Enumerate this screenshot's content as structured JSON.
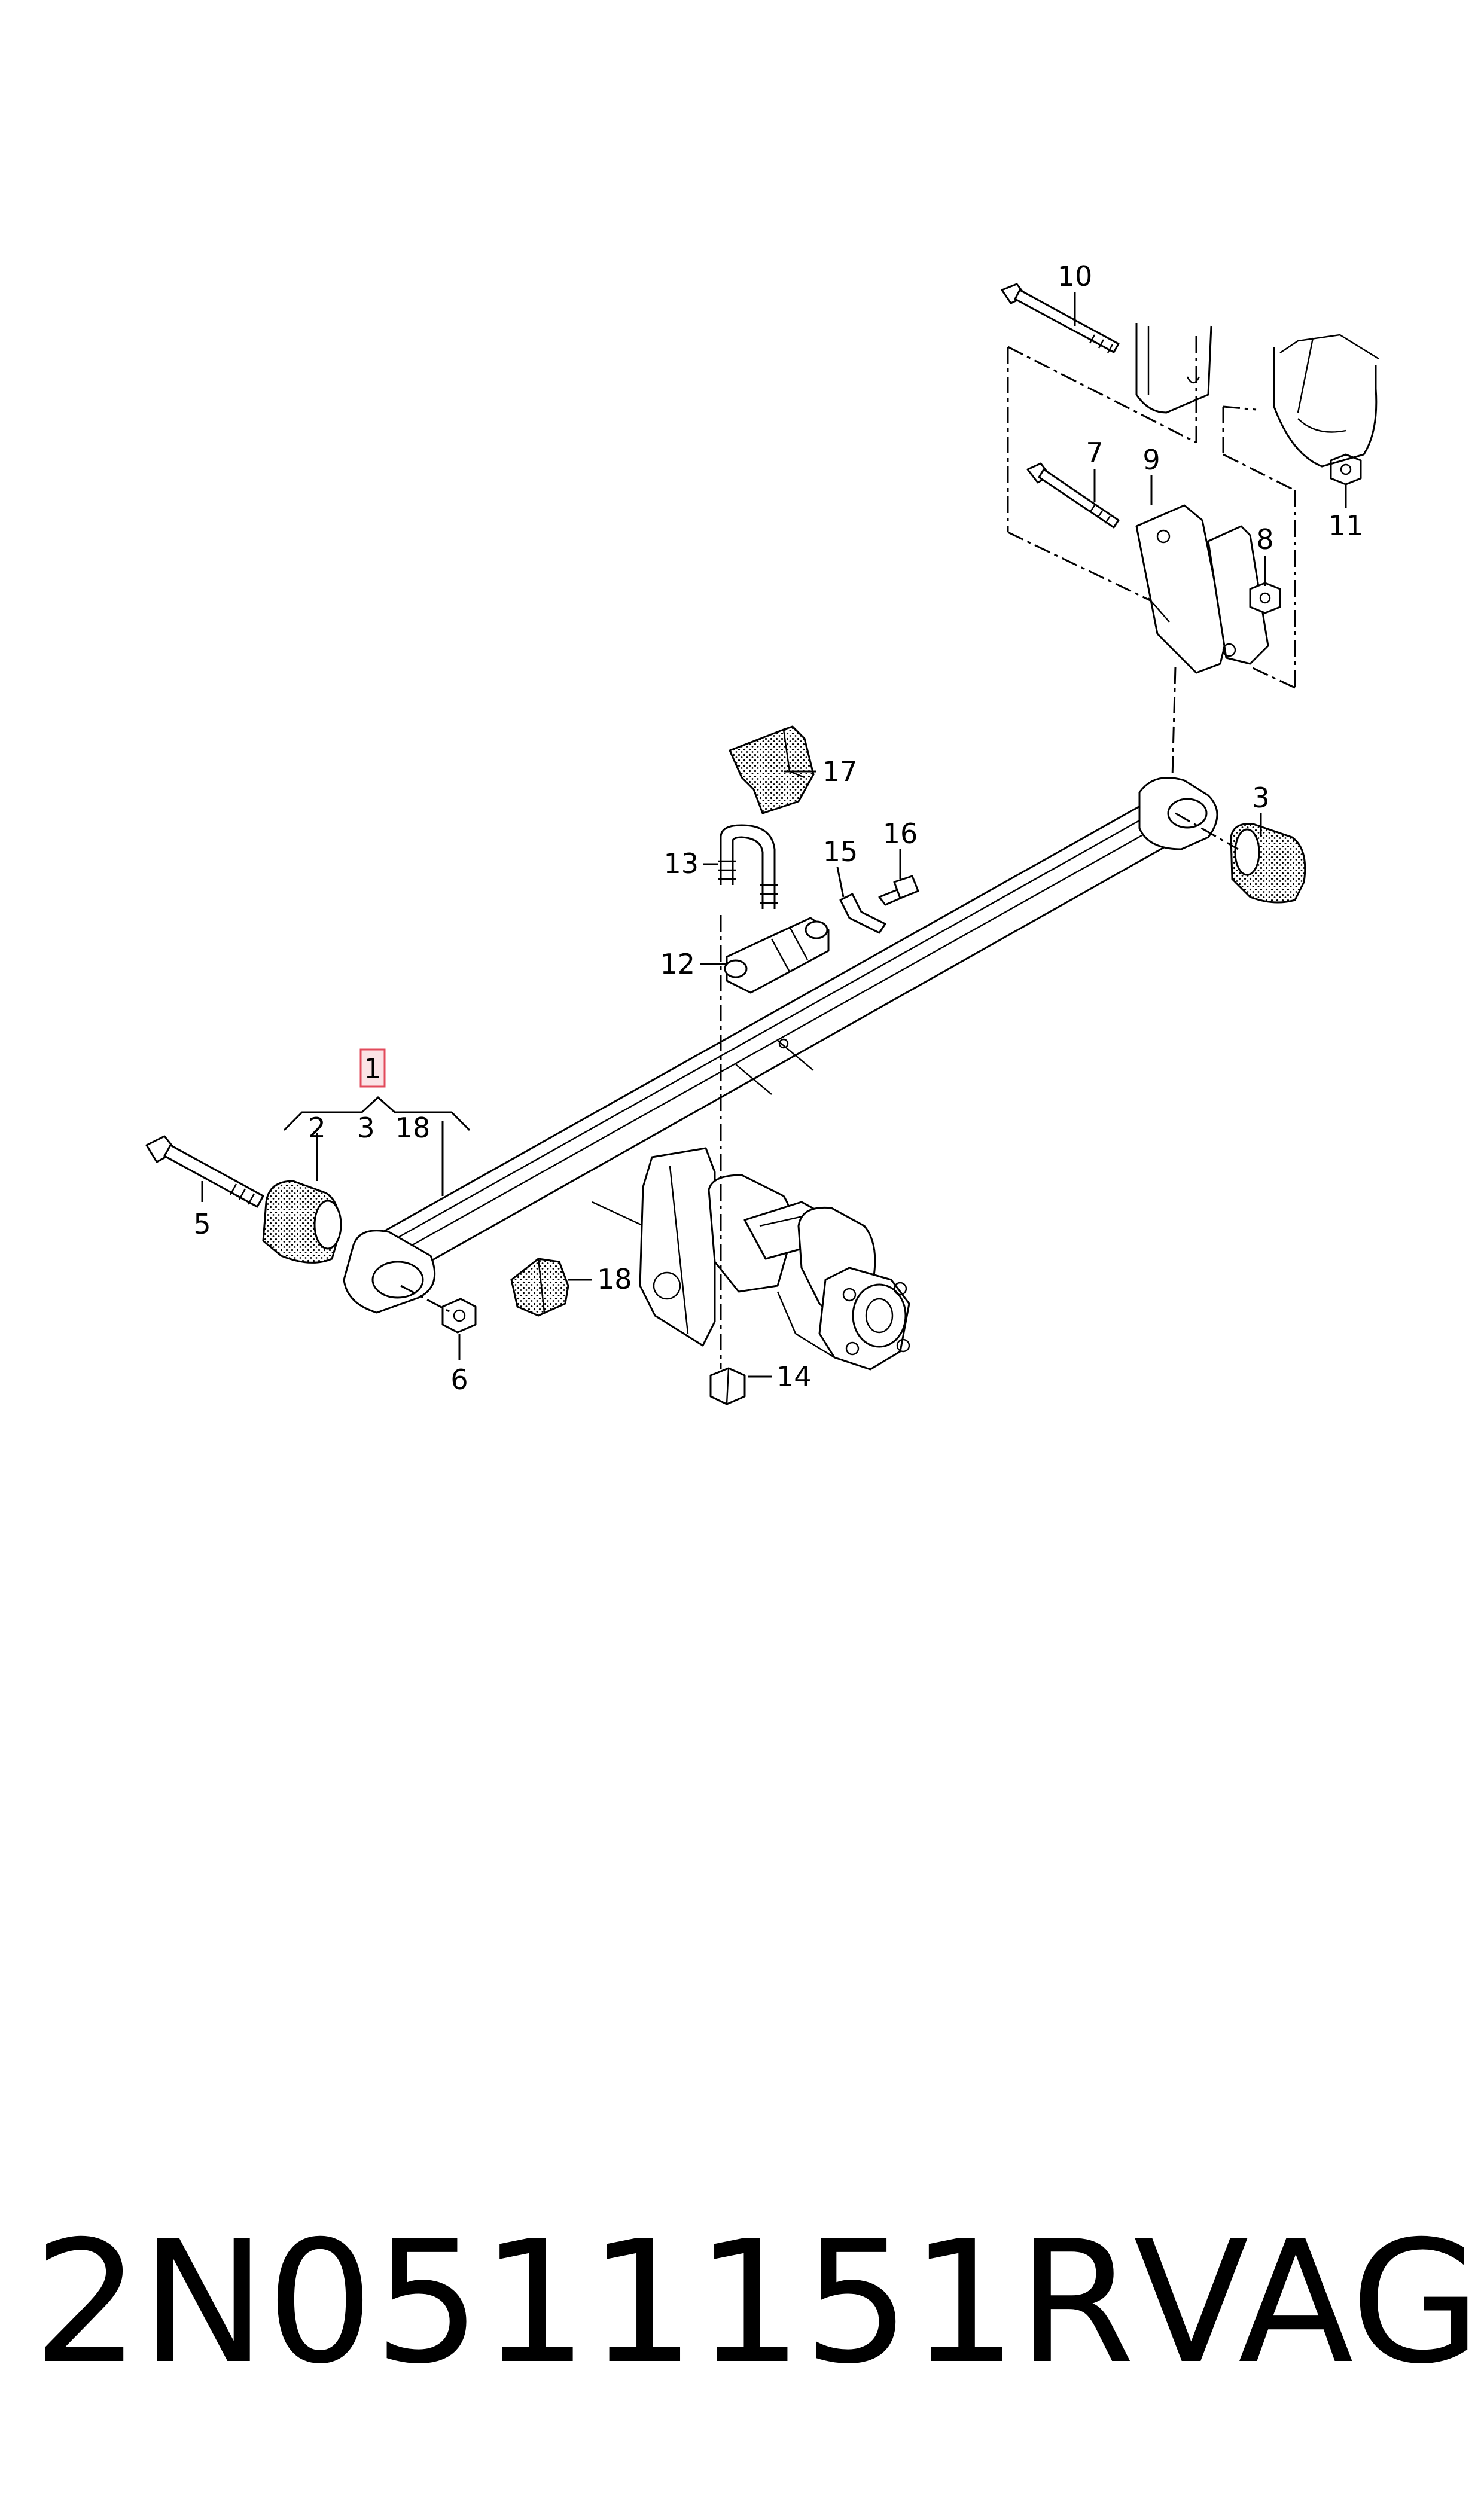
{
  "callouts": {
    "c1": "1",
    "c2": "2",
    "c3a": "3",
    "c3b": "3",
    "c5": "5",
    "c6": "6",
    "c7": "7",
    "c8": "8",
    "c9": "9",
    "c10": "10",
    "c11": "11",
    "c12": "12",
    "c13": "13",
    "c14": "14",
    "c15": "15",
    "c16": "16",
    "c17": "17",
    "c18a": "18",
    "c18b": "18"
  },
  "footer": {
    "part_number": "2N0511151R",
    "brand": "VAG"
  },
  "colors": {
    "line": "#000000",
    "highlight_border": "#e24a5b",
    "highlight_fill": "#fbe3e6",
    "background": "#ffffff"
  }
}
